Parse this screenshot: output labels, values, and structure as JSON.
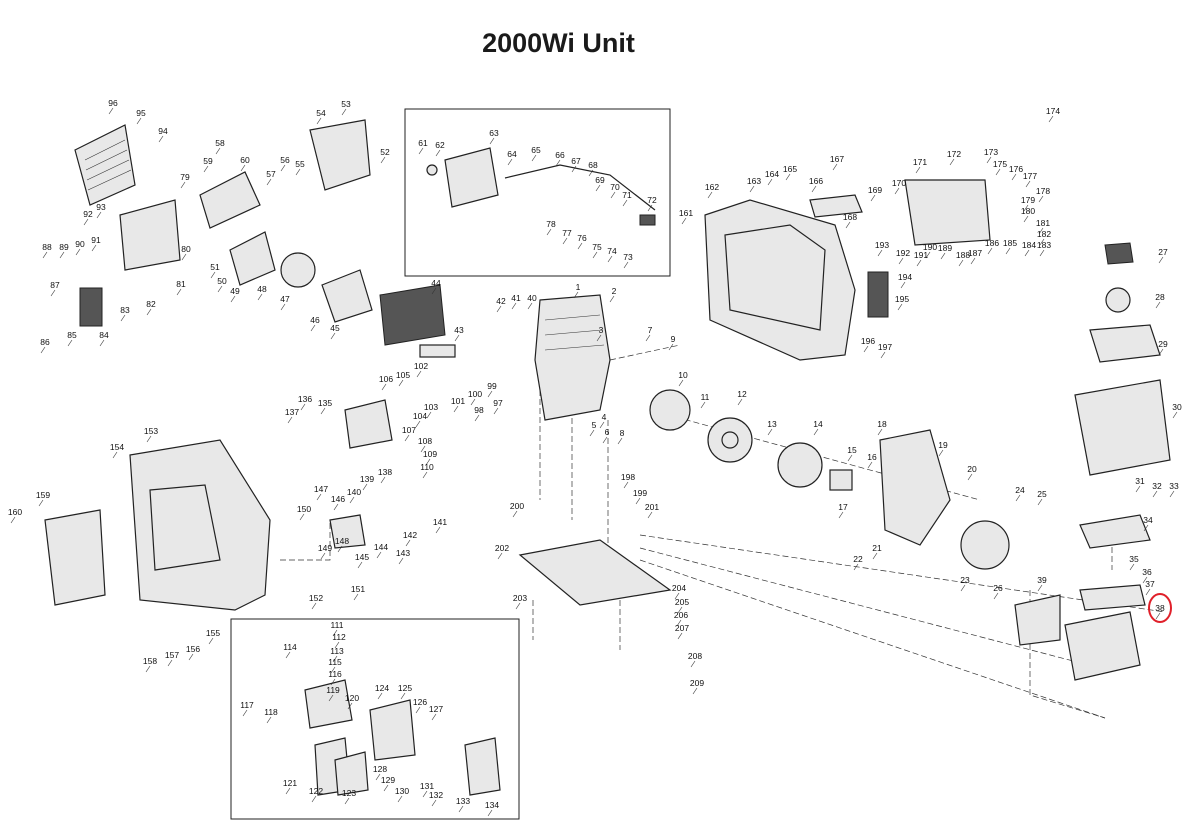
{
  "title": "2000Wi Unit",
  "highlight_color": "#e0202a",
  "highlighted_part": "38",
  "parts": [
    "1",
    "2",
    "3",
    "4",
    "5",
    "6",
    "7",
    "8",
    "9",
    "10",
    "11",
    "12",
    "13",
    "14",
    "15",
    "16",
    "17",
    "18",
    "19",
    "20",
    "21",
    "22",
    "23",
    "24",
    "25",
    "26",
    "27",
    "28",
    "29",
    "30",
    "31",
    "32",
    "33",
    "34",
    "35",
    "36",
    "37",
    "38",
    "39",
    "40",
    "41",
    "42",
    "43",
    "44",
    "45",
    "46",
    "47",
    "48",
    "49",
    "50",
    "51",
    "52",
    "53",
    "54",
    "55",
    "56",
    "57",
    "58",
    "59",
    "60",
    "61",
    "62",
    "63",
    "64",
    "65",
    "66",
    "67",
    "68",
    "69",
    "70",
    "71",
    "72",
    "73",
    "74",
    "75",
    "76",
    "77",
    "78",
    "79",
    "80",
    "81",
    "82",
    "83",
    "84",
    "85",
    "86",
    "87",
    "88",
    "89",
    "90",
    "91",
    "92",
    "93",
    "94",
    "95",
    "96",
    "97",
    "98",
    "99",
    "100",
    "101",
    "102",
    "103",
    "104",
    "105",
    "106",
    "107",
    "108",
    "109",
    "110",
    "111",
    "112",
    "113",
    "114",
    "115",
    "116",
    "117",
    "118",
    "119",
    "120",
    "121",
    "122",
    "123",
    "124",
    "125",
    "126",
    "127",
    "128",
    "129",
    "130",
    "131",
    "132",
    "133",
    "134",
    "135",
    "136",
    "137",
    "138",
    "139",
    "140",
    "141",
    "142",
    "143",
    "144",
    "145",
    "146",
    "147",
    "148",
    "149",
    "150",
    "151",
    "152",
    "153",
    "154",
    "155",
    "156",
    "157",
    "158",
    "159",
    "160",
    "161",
    "162",
    "163",
    "164",
    "165",
    "166",
    "167",
    "168",
    "169",
    "170",
    "171",
    "172",
    "173",
    "174",
    "175",
    "176",
    "177",
    "178",
    "179",
    "180",
    "181",
    "182",
    "183",
    "184",
    "185",
    "186",
    "187",
    "188",
    "189",
    "190",
    "191",
    "192",
    "193",
    "194",
    "195",
    "196",
    "197",
    "198",
    "199",
    "200",
    "201",
    "202",
    "203",
    "204",
    "205",
    "206",
    "207",
    "208",
    "209"
  ]
}
